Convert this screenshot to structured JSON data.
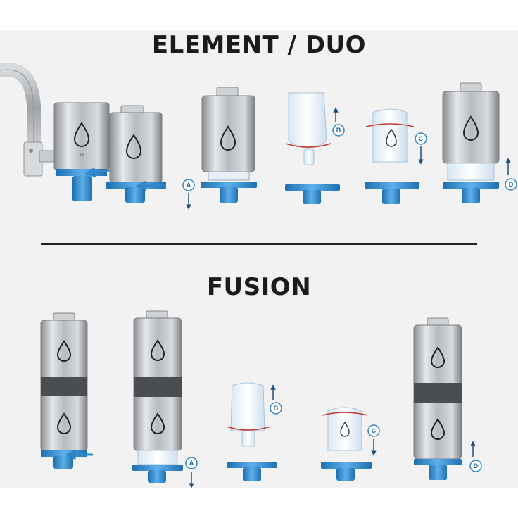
{
  "titles": {
    "top": "ELEMENT / DUO",
    "bottom": "FUSION"
  },
  "step_labels": {
    "a": "A",
    "b": "B",
    "c": "C",
    "d": "D"
  },
  "brand_mark": "Alb",
  "colors": {
    "accent_blue": "#2f86c8",
    "base_blue": "#3a8fd0",
    "steel": "#b8bcc0",
    "band": "#4a4d52",
    "title": "#1b1b1b"
  }
}
